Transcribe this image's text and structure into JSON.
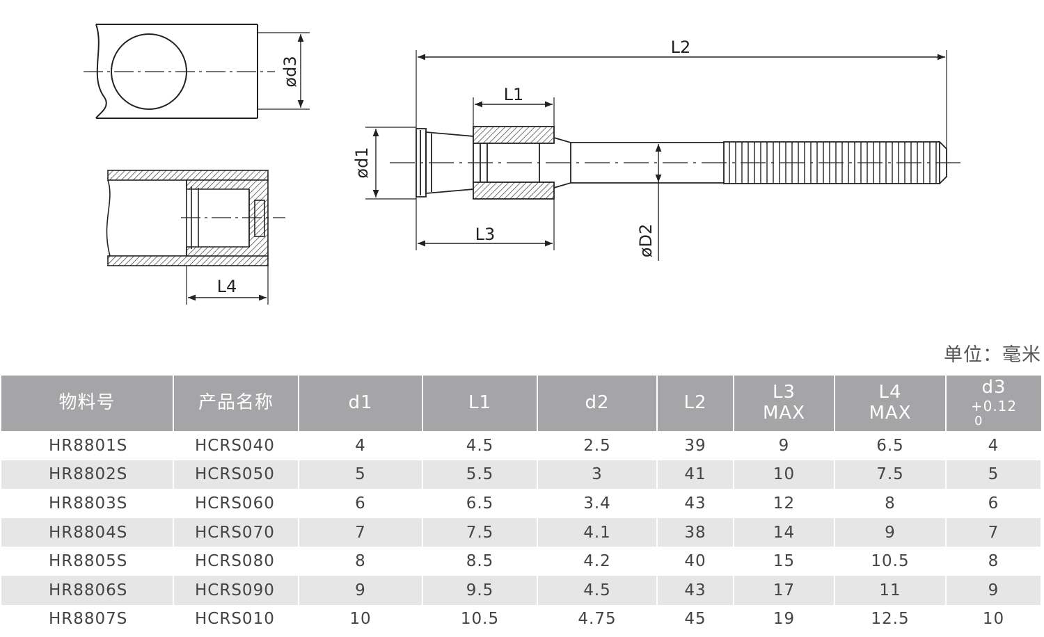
{
  "drawing": {
    "labels": {
      "d3": "ød3",
      "d1": "ød1",
      "D2": "øD2",
      "L1": "L1",
      "L2": "L2",
      "L3": "L3",
      "L4": "L4"
    }
  },
  "unit_label": "单位：毫米",
  "table": {
    "headers": [
      {
        "line1": "物料号",
        "line2": "",
        "line3": ""
      },
      {
        "line1": "产品名称",
        "line2": "",
        "line3": ""
      },
      {
        "line1": "d1",
        "line2": "",
        "line3": ""
      },
      {
        "line1": "L1",
        "line2": "",
        "line3": ""
      },
      {
        "line1": "d2",
        "line2": "",
        "line3": ""
      },
      {
        "line1": "L2",
        "line2": "",
        "line3": ""
      },
      {
        "line1": "L3",
        "line2": "MAX",
        "line3": ""
      },
      {
        "line1": "L4",
        "line2": "MAX",
        "line3": ""
      },
      {
        "line1": "d3",
        "line2": "+0.12",
        "line3": "0"
      }
    ],
    "rows": [
      [
        "HR8801S",
        "HCRS040",
        "4",
        "4.5",
        "2.5",
        "39",
        "9",
        "6.5",
        "4"
      ],
      [
        "HR8802S",
        "HCRS050",
        "5",
        "5.5",
        "3",
        "41",
        "10",
        "7.5",
        "5"
      ],
      [
        "HR8803S",
        "HCRS060",
        "6",
        "6.5",
        "3.4",
        "43",
        "12",
        "8",
        "6"
      ],
      [
        "HR8804S",
        "HCRS070",
        "7",
        "7.5",
        "4.1",
        "38",
        "14",
        "9",
        "7"
      ],
      [
        "HR8805S",
        "HCRS080",
        "8",
        "8.5",
        "4.2",
        "40",
        "15",
        "10.5",
        "8"
      ],
      [
        "HR8806S",
        "HCRS090",
        "9",
        "9.5",
        "4.5",
        "43",
        "17",
        "11",
        "9"
      ],
      [
        "HR8807S",
        "HCRS010",
        "10",
        "10.5",
        "4.75",
        "45",
        "19",
        "12.5",
        "10"
      ]
    ]
  }
}
